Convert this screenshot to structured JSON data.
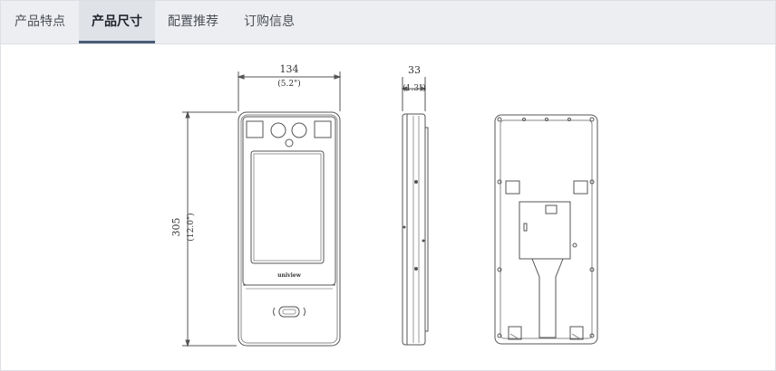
{
  "tabs": [
    {
      "label": "产品特点",
      "active": false
    },
    {
      "label": "产品尺寸",
      "active": true
    },
    {
      "label": "配置推荐",
      "active": false
    },
    {
      "label": "订购信息",
      "active": false
    }
  ],
  "drawing": {
    "width_mm": "134",
    "width_in": "(5.2\")",
    "height_mm": "305",
    "height_in": "(12.0\")",
    "depth_mm": "33",
    "depth_in": "(1.3\")",
    "brand_logo": "uniview"
  }
}
